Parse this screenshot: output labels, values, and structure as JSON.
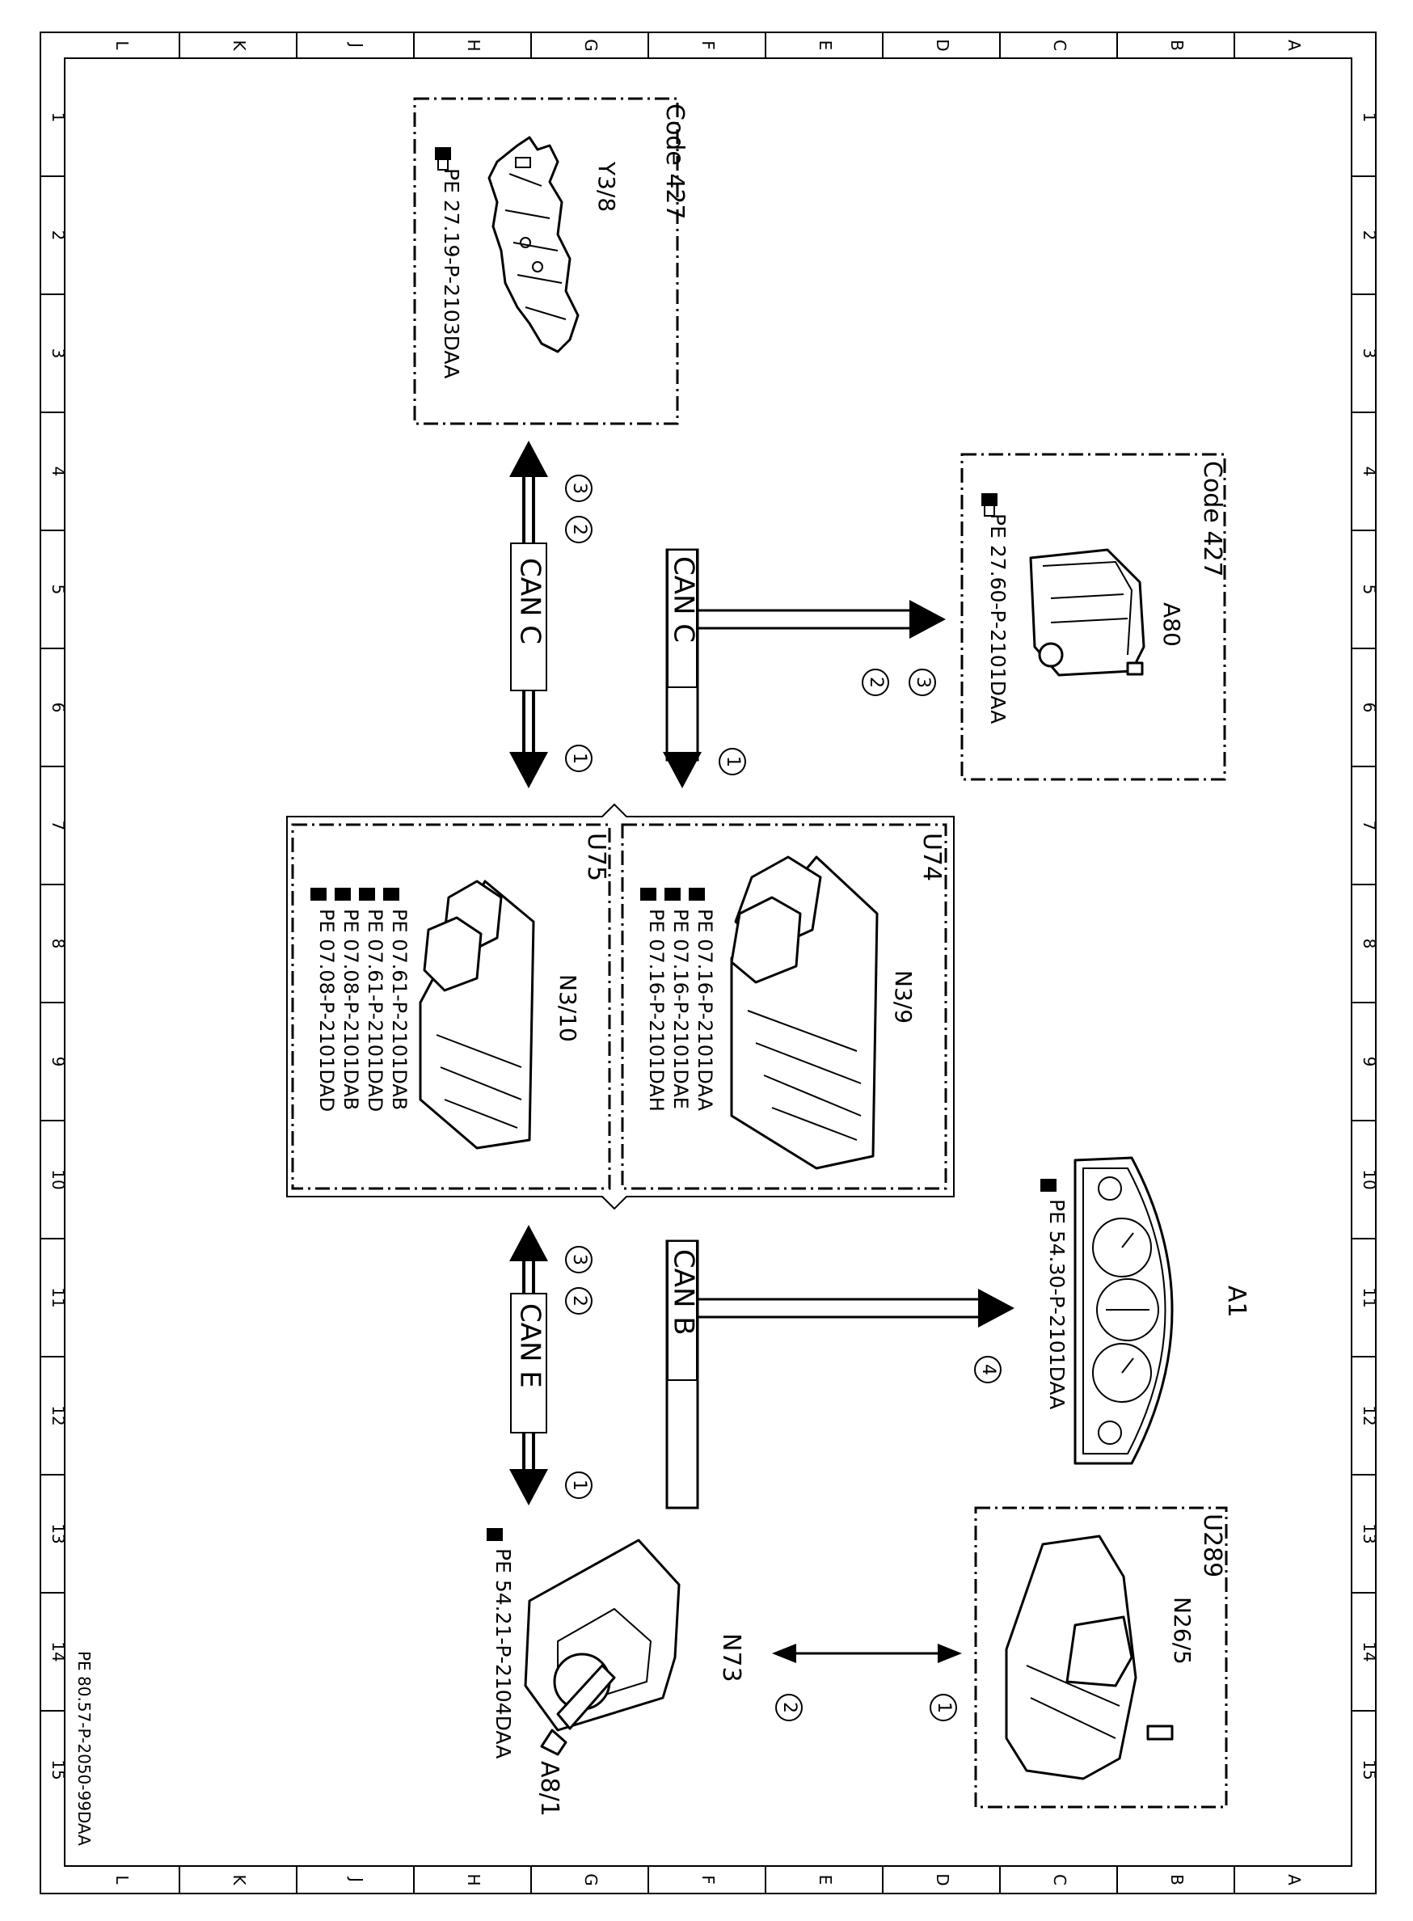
{
  "frame": {
    "columns": [
      "A",
      "B",
      "C",
      "D",
      "E",
      "F",
      "G",
      "H",
      "J",
      "K",
      "L"
    ],
    "rows": [
      "1",
      "2",
      "3",
      "4",
      "5",
      "6",
      "7",
      "8",
      "9",
      "10",
      "11",
      "12",
      "13",
      "14",
      "15"
    ],
    "doc_ref": "PE 80.57-P-2050-99DAA"
  },
  "components": {
    "y3_8": {
      "code": "Code 427",
      "id": "Y3/8",
      "ref": "PE 27.19-P-2103DAA"
    },
    "a80": {
      "code": "Code 427",
      "id": "A80",
      "ref": "PE 27.60-P-2101DAA"
    },
    "u74": {
      "code": "U74",
      "id": "N3/9",
      "refs": [
        "PE 07.16-P-2101DAA",
        "PE 07.16-P-2101DAE",
        "PE 07.16-P-2101DAH"
      ]
    },
    "u75": {
      "code": "U75",
      "id": "N3/10",
      "refs": [
        "PE 07.61-P-2101DAB",
        "PE 07.61-P-2101DAD",
        "PE 07.08-P-2101DAB",
        "PE 07.08-P-2101DAD"
      ]
    },
    "a1": {
      "id": "A1",
      "ref": "PE 54.30-P-2101DAA"
    },
    "u289": {
      "code": "U289",
      "id": "N26/5"
    },
    "n73": {
      "id": "N73",
      "ref": "PE 54.21-P-2104DAA"
    },
    "a8_1": {
      "id": "A8/1"
    }
  },
  "buses": {
    "can_c_left": "CAN C",
    "can_c_right": "CAN C",
    "can_e": "CAN E",
    "can_b": "CAN B"
  },
  "markers": {
    "one": "1",
    "two": "2",
    "three": "3",
    "four": "4"
  },
  "icons": {
    "reference": "pointing-hand-book-icon"
  }
}
